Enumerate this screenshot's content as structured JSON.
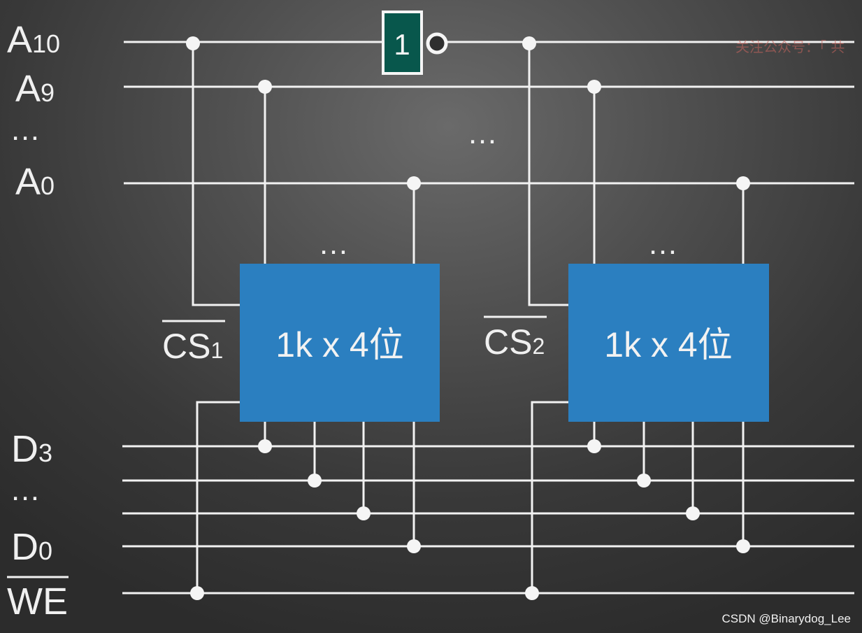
{
  "signals": {
    "a10": {
      "main": "A",
      "sub": "10"
    },
    "a9": {
      "main": "A",
      "sub": "9"
    },
    "addr_ellipsis": "…",
    "a0": {
      "main": "A",
      "sub": "0"
    },
    "d3": {
      "main": "D",
      "sub": "3"
    },
    "data_ellipsis": "…",
    "d0": {
      "main": "D",
      "sub": "0"
    },
    "we": "WE"
  },
  "inverter_label": "1",
  "chips": [
    {
      "label": "1k x 4位",
      "cs_main": "CS",
      "cs_sub": "1"
    },
    {
      "label": "1k x 4位",
      "cs_main": "CS",
      "cs_sub": "2"
    }
  ],
  "ellipsis_mid": "…",
  "watermark": "关注公众号：「 共",
  "credit": "CSDN @Binarydog_Lee",
  "colors": {
    "chip": "#2b7fc0",
    "gate": "#08574c",
    "wire": "#f2f2f2"
  }
}
